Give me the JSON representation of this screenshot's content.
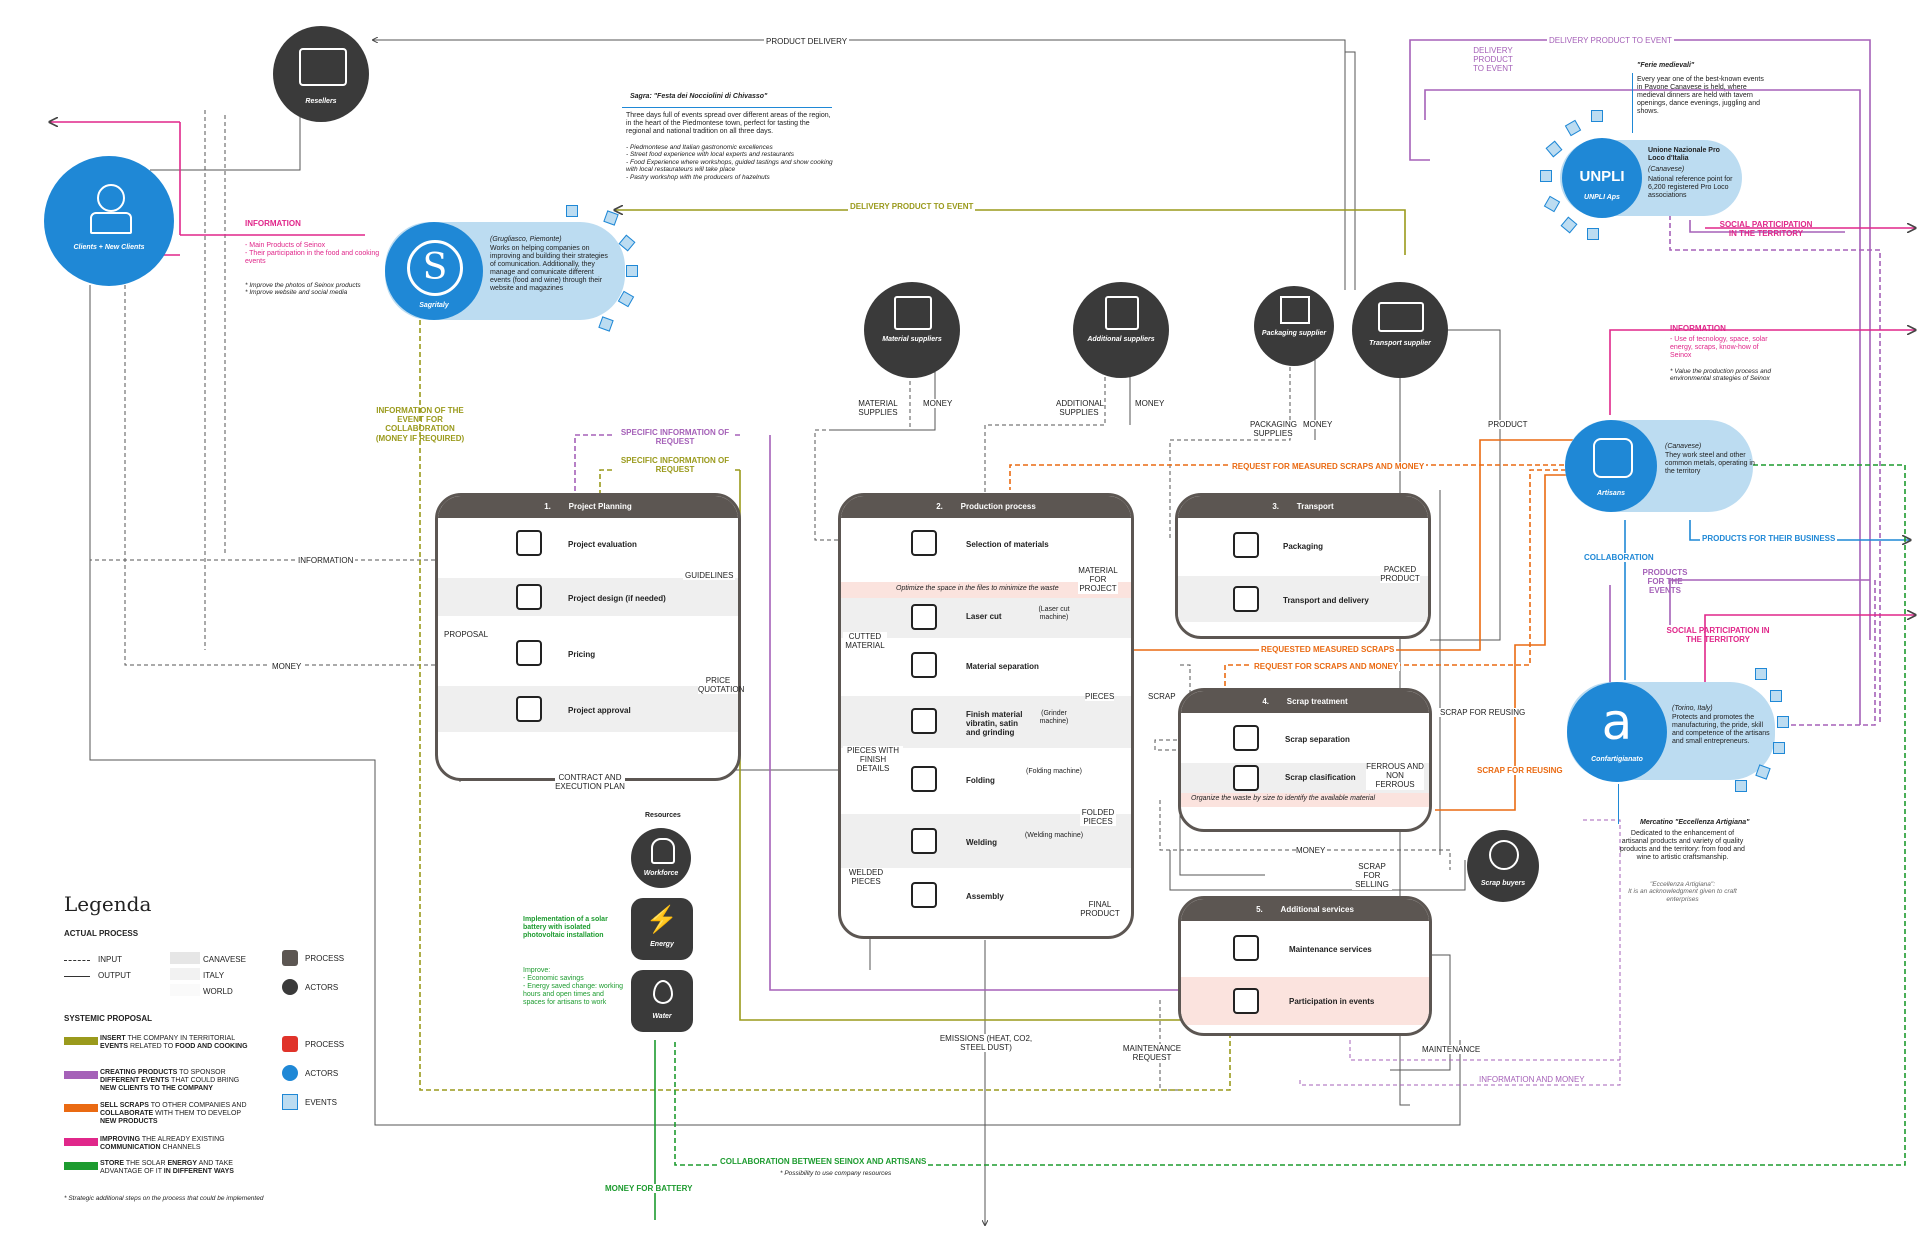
{
  "actors": {
    "resellers": "Resellers",
    "clients": "Clients + New Clients",
    "sagritaly": "Sagritaly",
    "material_suppliers": "Material suppliers",
    "additional_suppliers": "Additional suppliers",
    "packaging_supplier": "Packaging supplier",
    "transport_supplier": "Transport supplier",
    "unpli": "UNPLI Aps",
    "artisans": "Artisans",
    "confartigianato": "Confartigianato",
    "scrap_buyers": "Scrap buyers",
    "resources_title": "Resources",
    "workforce": "Workforce",
    "energy": "Energy",
    "water": "Water"
  },
  "sagritaly_desc": {
    "place": "(Grugliasco, Piemonte)",
    "text": "Works on helping companies on improving and building their strategies of comunication. Additionally, they manage and comunicate different events (food and wine) through their website and magazines"
  },
  "sagra": {
    "title": "Sagra: \"Festa dei Nocciolini di Chivasso\"",
    "text": "Three days full of events spread over different areas of the region, in the heart of the Piedmontese town, perfect for tasting the regional and national tradition on all three days.",
    "bullets": [
      "- Piedmontese and Italian gastronomic excellences",
      "- Street food experience with local experts and restaurants",
      "- Food Experience where workshops, guided tastings and show cooking with local restaurateurs will take place",
      "- Pastry workshop with the producers of hazelnuts"
    ]
  },
  "ferie": {
    "title": "\"Ferie medievali\"",
    "text": "Every year one of the best-known events in Pavone Canavese is held, where medieval dinners are held with tavern openings, dance evenings, juggling and shows."
  },
  "unpli_desc": {
    "name": "Unione Nazionale Pro Loco d'Italia",
    "place": "(Canavese)",
    "text": "National reference point for 6,200 registered Pro Loco associations"
  },
  "artisans_desc": {
    "place": "(Canavese)",
    "text": "They work steel and other common metals, operating in the territory"
  },
  "conf_desc": {
    "place": "(Torino, Italy)",
    "text": "Protects and promotes the manufacturing, the pride, skill and competence of the artisans and small entrepreneurs."
  },
  "mercatino": {
    "title": "Mercatino \"Eccellenza Artigiana\"",
    "text": "Dedicated to the enhancement of artisanal products and variety of quality products and the territory: from food and wine to artistic craftsmanship.",
    "note1": "\"Eccellenza Artigiana\":",
    "note2": "It is an acknowledgment given to craft enterprises"
  },
  "info_left": {
    "title": "INFORMATION",
    "l1": "- Main Products of Seinox",
    "l2": "- Their participation in the food and cooking events",
    "s1": "Improve the photos of Seinox products",
    "s2": "Improve website and social media"
  },
  "info_right": {
    "title": "INFORMATION",
    "l1": "- Use of tecnology, space, solar energy, scraps, know-how of Seinox",
    "s1": "Value the production process and environmental strategies of Seinox"
  },
  "proc1": {
    "num": "1.",
    "title": "Project Planning",
    "rows": [
      "Project evaluation",
      "Project design (if needed)",
      "Pricing",
      "Project approval"
    ]
  },
  "proc2": {
    "num": "2.",
    "title": "Production process",
    "rows": [
      "Selection of materials",
      "Laser cut",
      "Material separation",
      "Finish material vibratin, satin and grinding",
      "Folding",
      "Welding",
      "Assembly"
    ],
    "machines": [
      "(Laser cut machine)",
      "(Grinder machine)",
      "(Folding machine)",
      "(Welding machine)"
    ],
    "optimize": "Optimize the space in the files to minimize the waste"
  },
  "proc3": {
    "num": "3.",
    "title": "Transport",
    "rows": [
      "Packaging",
      "Transport and delivery"
    ]
  },
  "proc4": {
    "num": "4.",
    "title": "Scrap treatment",
    "rows": [
      "Scrap separation",
      "Scrap clasification"
    ],
    "note": "Organize the waste by size to identify the available material"
  },
  "proc5": {
    "num": "5.",
    "title": "Additional services",
    "rows": [
      "Maintenance services",
      "Participation in events"
    ]
  },
  "labels": {
    "product_delivery": "PRODUCT DELIVERY",
    "delivery_product_to_event": "DELIVERY PRODUCT TO EVENT",
    "delivery_product_to_event_top": "DELIVERY PRODUCT TO EVENT",
    "delivery_product_to_event_stack": "DELIVERY PRODUCT TO EVENT",
    "social_participation": "SOCIAL PARTICIPATION IN THE TERRITORY",
    "social_participation2": "SOCIAL PARTICIPATION IN THE TERRITORY",
    "info_event": "INFORMATION OF THE EVENT FOR COLLABORATION (MONEY IF REQUIRED)",
    "specific_info": "SPECIFIC INFORMATION OF REQUEST",
    "specific_info2": "SPECIFIC INFORMATION OF REQUEST",
    "request_measured": "REQUEST FOR MEASURED SCRAPS AND MONEY",
    "requested_measured": "REQUESTED MEASURED SCRAPS",
    "request_scraps_money": "REQUEST FOR SCRAPS AND MONEY",
    "scrap_reusing": "SCRAP FOR REUSING",
    "scrap_reusing_orange": "SCRAP FOR REUSING",
    "products_business": "PRODUCTS FOR THEIR BUSINESS",
    "collaboration": "COLLABORATION",
    "products_events": "PRODUCTS FOR THE EVENTS",
    "information": "INFORMATION",
    "money": "MONEY",
    "guidelines": "GUIDELINES",
    "proposal": "PROPOSAL",
    "price_quotation": "PRICE QUOTATION",
    "contract": "CONTRACT AND EXECUTION PLAN",
    "material_supplies": "MATERIAL SUPPLIES",
    "money_ms": "MONEY",
    "additional_supplies": "ADDITIONAL SUPPLIES",
    "money_as": "MONEY",
    "packaging_supplies": "PACKAGING SUPPLIES",
    "money_ps": "MONEY",
    "product": "PRODUCT",
    "material_for_project": "MATERIAL FOR PROJECT",
    "cutted_material": "CUTTED MATERIAL",
    "pieces": "PIECES",
    "pieces_finish": "PIECES WITH FINISH DETAILS",
    "folded_pieces": "FOLDED PIECES",
    "welded_pieces": "WELDED PIECES",
    "final_product": "FINAL PRODUCT",
    "packed_product": "PACKED PRODUCT",
    "scrap": "SCRAP",
    "ferrous": "FERROUS AND NON FERROUS",
    "money_scrap": "MONEY",
    "scrap_selling": "SCRAP FOR SELLING",
    "emissions": "EMISSIONS (HEAT, CO2, STEEL DUST)",
    "maintenance_request": "MAINTENANCE REQUEST",
    "maintenance": "MAINTENANCE",
    "info_money": "INFORMATION AND MONEY",
    "collab_seinox": "COLLABORATION BETWEEN SEINOX AND ARTISANS",
    "collab_note": "Possibility to use company resources",
    "money_battery": "MONEY FOR BATTERY"
  },
  "solar": {
    "title": "Implementation of a solar battery with isolated photovoltaic installation",
    "improve": "Improve:",
    "l1": "- Economic savings",
    "l2": "- Energy saved change: working hours and open times and spaces for artisans to work"
  },
  "legend": {
    "title": "Legenda",
    "actual": "ACTUAL PROCESS",
    "input": "INPUT",
    "output": "OUTPUT",
    "canavese": "CANAVESE",
    "italy": "ITALY",
    "world": "WORLD",
    "process": "PROCESS",
    "actors": "ACTORS",
    "systemic": "SYSTEMIC PROPOSAL",
    "process2": "PROCESS",
    "actors2": "ACTORS",
    "events": "EVENTS",
    "items": [
      {
        "a": "INSERT",
        "b": " THE COMPANY IN TERRITORIAL ",
        "c": "EVENTS",
        "d": " RELATED TO ",
        "e": "FOOD AND COOKING",
        "color": "#9a9a1c"
      },
      {
        "a": "CREATING PRODUCTS",
        "b": " TO SPONSOR ",
        "c": "DIFFERENT EVENTS",
        "d": " THAT COULD BRING ",
        "e": "NEW CLIENTS TO THE COMPANY",
        "color": "#a561b8"
      },
      {
        "a": "SELL SCRAPS",
        "b": " TO OTHER COMPANIES AND ",
        "c": "COLLABORATE",
        "d": " WITH THEM TO DEVELOP ",
        "e": "NEW PRODUCTS",
        "color": "#ea6a12"
      },
      {
        "a": "IMPROVING",
        "b": " THE ALREADY EXISTING ",
        "c": "COMMUNICATION",
        "d": " CHANNELS",
        "e": "",
        "color": "#e0278a"
      },
      {
        "a": "STORE",
        "b": " THE SOLAR ",
        "c": "ENERGY",
        "d": " AND TAKE ADVANTAGE OF IT ",
        "e": "IN DIFFERENT WAYS",
        "color": "#1d9b2f"
      }
    ],
    "footnote": "Strategic additional steps on the process that could be implemented"
  },
  "colors": {
    "olive": "#9a9a1c",
    "purple": "#a561b8",
    "orange": "#ea6a12",
    "magenta": "#e0278a",
    "green": "#1d9b2f",
    "blue": "#1f88d6",
    "dark": "#3a3a3a",
    "process": "#5c5652"
  }
}
